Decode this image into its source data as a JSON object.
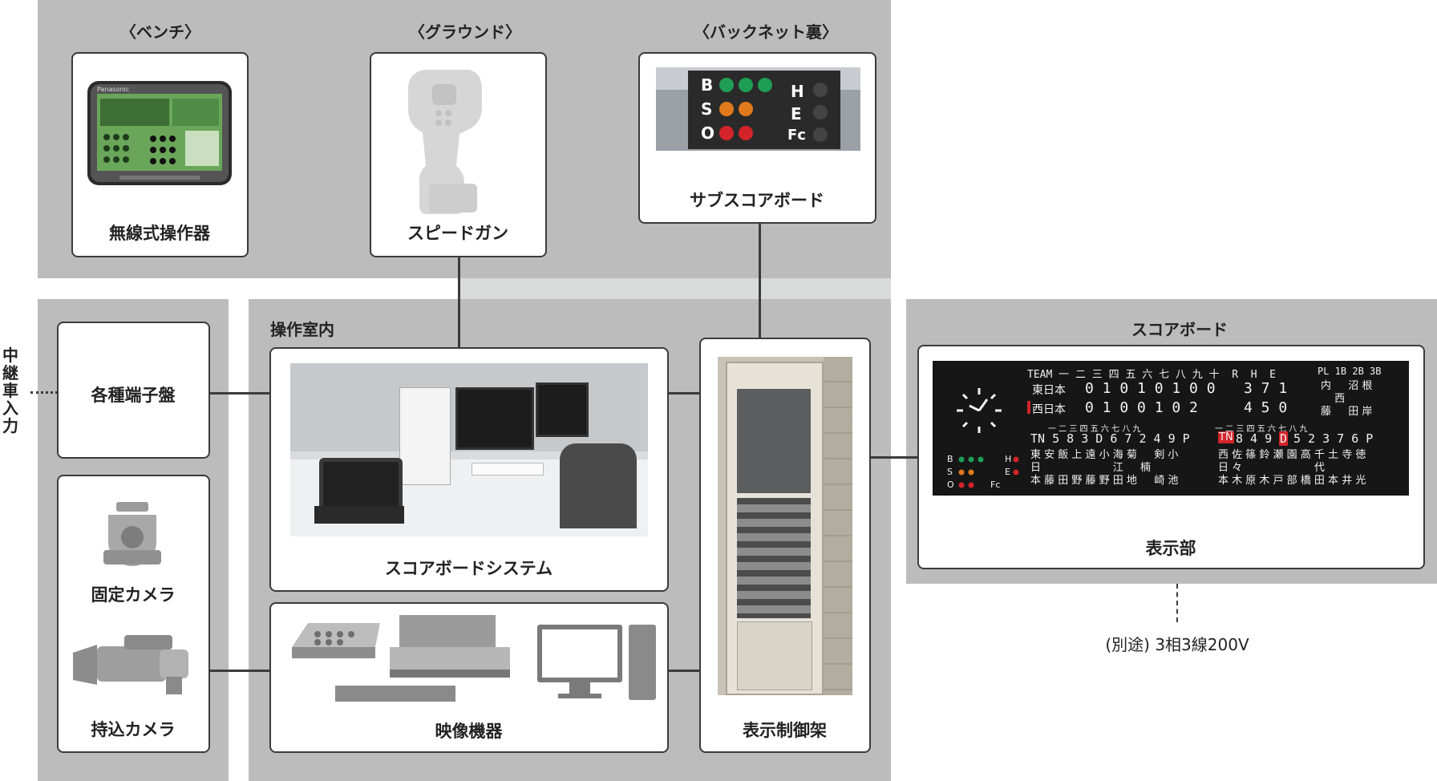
{
  "panels": {
    "top": {
      "sections": [
        {
          "title": "〈ベンチ〉",
          "device": "無線式操作器"
        },
        {
          "title": "〈グラウンド〉",
          "device": "スピードガン"
        },
        {
          "title": "〈バックネット裏〉",
          "device": "サブスコアボード"
        }
      ]
    },
    "left": {
      "fixed_camera": "固定カメラ",
      "carry_camera": "持込カメラ",
      "terminal_board": "各種端子盤"
    },
    "relay": {
      "label_chars": [
        "中",
        "継",
        "車",
        "入",
        "力"
      ]
    },
    "control_room": {
      "title": "操作室内",
      "system": "スコアボードシステム",
      "video": "映像機器",
      "rack": "表示制御架"
    },
    "scoreboard": {
      "title": "スコアボード",
      "display": "表示部",
      "power": "(別途) 3相3線200V"
    }
  },
  "tablet": {
    "brand": "Panasonic"
  },
  "sub_scoreboard": {
    "letters": [
      "B",
      "S",
      "O"
    ],
    "right_letters": [
      "H",
      "E",
      "Fc"
    ]
  },
  "display": {
    "header": "TEAM 一 二 三 四 五 六 七 八 九 十  R  H  E",
    "team1": {
      "name": "東日本",
      "innings": "0 1 0 1 0 1 0 0",
      "rhe": "3 7 1"
    },
    "team2": {
      "name": "西日本",
      "innings": "0 1 0 0 1 0 2",
      "rhe": "4 5 0"
    },
    "umpires_header": "PL 1B 2B 3B",
    "umpires_row1": "内 　 沼 根",
    "umpires_row2": "　 西 　 　",
    "umpires_row3": "藤 　 田 岸",
    "bso": [
      "B",
      "S",
      "O"
    ],
    "hefc": [
      "H",
      "E",
      "Fc"
    ],
    "lineup_left": {
      "innings": "一 二 三 四 五 六 七 八 九",
      "row1": "TN 5 8 3 D 6 7 2 4 9 P",
      "row2": "東 安 飯 上 遠 小 海 菊 　 剣 小",
      "row3": "日 　 　 　 　 　 江 　 楠",
      "row4": "本 藤 田 野 藤 野 田 地 　 崎 池"
    },
    "lineup_right": {
      "innings": "一 二 三 四 五 六 七 八 九",
      "row1_tn": "TN",
      "row1_a": "8 4 9",
      "row1_d": "D",
      "row1_b": "5 2 3 7 6 P",
      "row2": "西 佐 篠 鈴 瀬 園 高 千 土 寺 徳",
      "row3": "日 々 　 　 　 　 　 代",
      "row4": "本 木 原 木 戸 部 橋 田 本 井 光"
    }
  },
  "colors": {
    "panel": "#bcbcbc",
    "line": "#3b3b3b",
    "lamp_green": "#1e9e55",
    "lamp_orange": "#e07a1c",
    "lamp_red": "#d3242a"
  }
}
